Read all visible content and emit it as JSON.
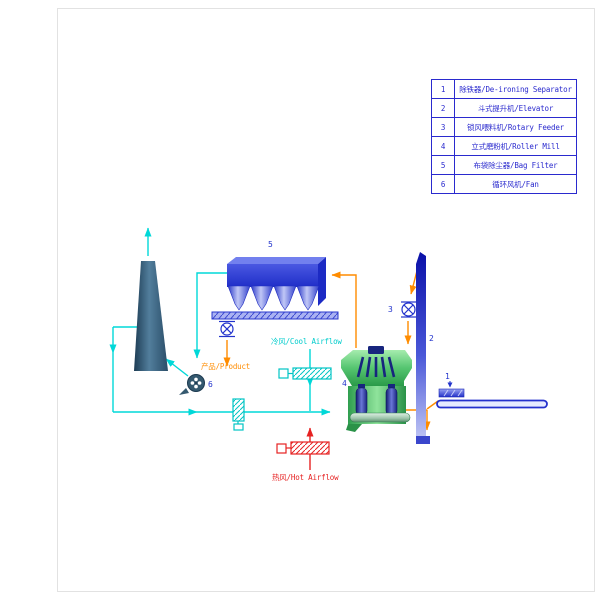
{
  "legend": {
    "rows": [
      {
        "num": "1",
        "label": "除铁器/De-ironing Separator"
      },
      {
        "num": "2",
        "label": "斗式提升机/Elevator"
      },
      {
        "num": "3",
        "label": "锁风喂料机/Rotary Feeder"
      },
      {
        "num": "4",
        "label": "立式磨粉机/Roller Mill"
      },
      {
        "num": "5",
        "label": "布袋除尘器/Bag Filter"
      },
      {
        "num": "6",
        "label": "循环风机/Fan"
      }
    ]
  },
  "diagram": {
    "numbers": {
      "separator": "1",
      "elevator": "2",
      "rotary_feeder": "3",
      "roller_mill": "4",
      "bag_filter": "5",
      "fan": "6"
    },
    "flow_labels": {
      "product": "产品/Product",
      "cool_air": "冷风/Cool Airflow",
      "hot_air": "热风/Hot Airflow"
    },
    "colors": {
      "legend_blue": "#2a2ace",
      "equipment_blue": "#2233cc",
      "pipe_cyan": "#00d8d8",
      "flow_orange": "#ff8c00",
      "hot_red": "#e62222",
      "mill_green": "#3fae57"
    }
  }
}
